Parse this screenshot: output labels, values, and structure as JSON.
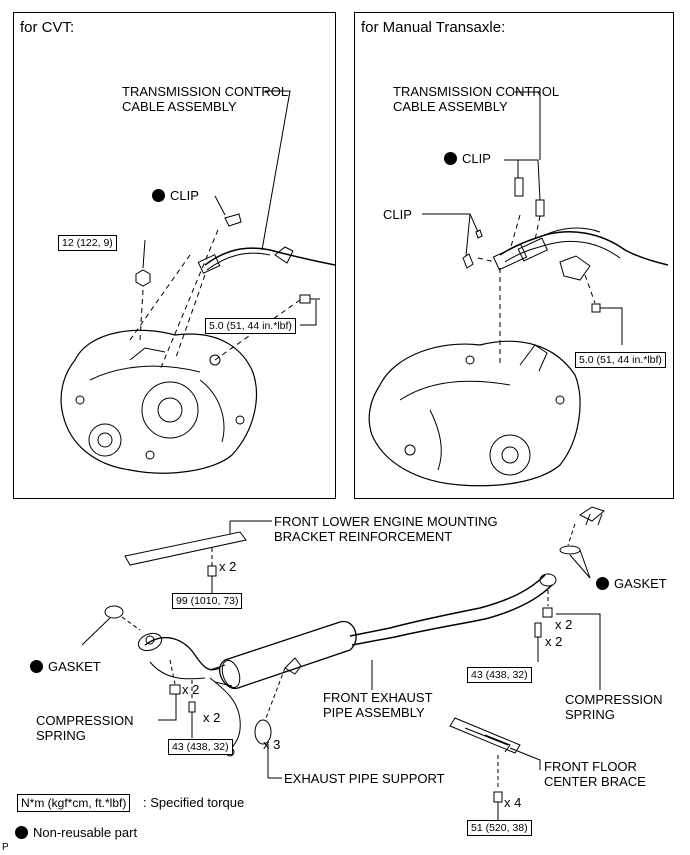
{
  "panels": {
    "cvt": {
      "title": "for CVT:",
      "cable": "TRANSMISSION CONTROL\nCABLE ASSEMBLY",
      "clip": "CLIP",
      "torque_nut": "12 (122, 9)",
      "torque_bolt": "5.0 (51, 44 in.*lbf)"
    },
    "manual": {
      "title": "for Manual Transaxle:",
      "cable": "TRANSMISSION CONTROL\nCABLE ASSEMBLY",
      "clip_nonreusable": "CLIP",
      "clip": "CLIP",
      "torque_bolt": "5.0 (51, 44 in.*lbf)"
    }
  },
  "exhaust": {
    "bracket": "FRONT LOWER ENGINE MOUNTING\nBRACKET REINFORCEMENT",
    "bracket_qty": "x 2",
    "bracket_torque": "99 (1010, 73)",
    "gasket_right": "GASKET",
    "gasket_left": "GASKET",
    "qty_right_spring": "x 2",
    "qty_right_bolt": "x 2",
    "torque_right": "43 (438, 32)",
    "compression_spring_right": "COMPRESSION\nSPRING",
    "compression_spring_left": "COMPRESSION\nSPRING",
    "qty_left_spring": "x 2",
    "qty_left_bolt": "x 2",
    "torque_left": "43 (438, 32)",
    "pipe_assembly": "FRONT EXHAUST\nPIPE ASSEMBLY",
    "support_qty": "x 3",
    "pipe_support": "EXHAUST PIPE SUPPORT",
    "floor_brace": "FRONT FLOOR\nCENTER BRACE",
    "brace_qty": "x 4",
    "brace_torque": "51 (520, 38)"
  },
  "legend": {
    "torque_unit": "N*m (kgf*cm, ft.*lbf)",
    "torque_desc": ": Specified torque",
    "nonreusable": "Non-reusable part"
  },
  "corner_mark": "P"
}
